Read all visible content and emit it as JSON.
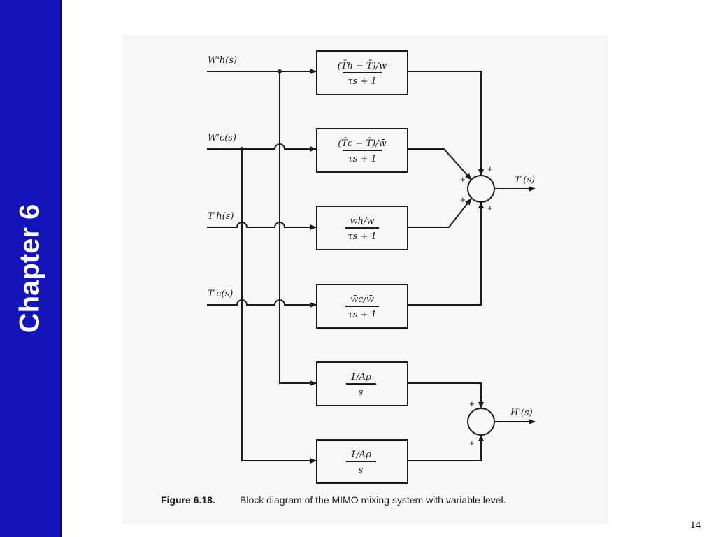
{
  "sidebar": {
    "chapter_label": "Chapter 6"
  },
  "slide": {
    "page_number": "14"
  },
  "figure": {
    "caption_label": "Figure 6.18.",
    "caption_text": "Block diagram of the MIMO mixing system with variable level.",
    "inputs": [
      "W'h(s)",
      "W'c(s)",
      "T'h(s)",
      "T'c(s)"
    ],
    "outputs": [
      "T'(s)",
      "H'(s)"
    ],
    "blocks": [
      {
        "num": "(T̄h − T̄)/w̄",
        "den": "τs + 1"
      },
      {
        "num": "(T̄c − T̄)/w̄",
        "den": "τs + 1"
      },
      {
        "num": "w̄h/w̄",
        "den": "τs + 1"
      },
      {
        "num": "w̄c/w̄",
        "den": "τs + 1"
      },
      {
        "num": "1/Aρ",
        "den": "s"
      },
      {
        "num": "1/Aρ",
        "den": "s"
      }
    ],
    "sign_plus": "+"
  }
}
